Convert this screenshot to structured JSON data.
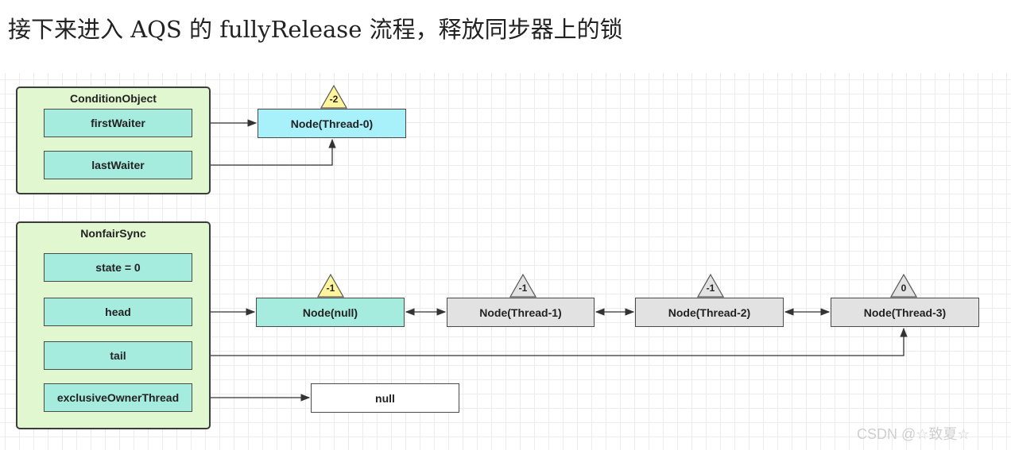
{
  "title": "接下来进入 AQS 的 fullyRelease 流程，释放同步器上的锁",
  "condition_object": {
    "label": "ConditionObject",
    "first_waiter": "firstWaiter",
    "last_waiter": "lastWaiter"
  },
  "nonfair_sync": {
    "label": "NonfairSync",
    "state": "state = 0",
    "head": "head",
    "tail": "tail",
    "exclusive_owner_thread": "exclusiveOwnerThread"
  },
  "condition_node": {
    "label": "Node(Thread-0)",
    "wait_status": "-2"
  },
  "queue_nodes": [
    {
      "label": "Node(null)",
      "wait_status": "-1"
    },
    {
      "label": "Node(Thread-1)",
      "wait_status": "-1"
    },
    {
      "label": "Node(Thread-2)",
      "wait_status": "-1"
    },
    {
      "label": "Node(Thread-3)",
      "wait_status": "0"
    }
  ],
  "owner_value": "null",
  "colors": {
    "group_fill": "#e0f7cf",
    "field_fill": "#a5ebde",
    "condition_node_fill": "#a8f1fb",
    "waiting_node_fill": "#e2e2e2",
    "badge_signal_fill": "#fff59d",
    "badge_default_fill": "#e2e2e2"
  },
  "watermark": "CSDN @☆致夏☆"
}
